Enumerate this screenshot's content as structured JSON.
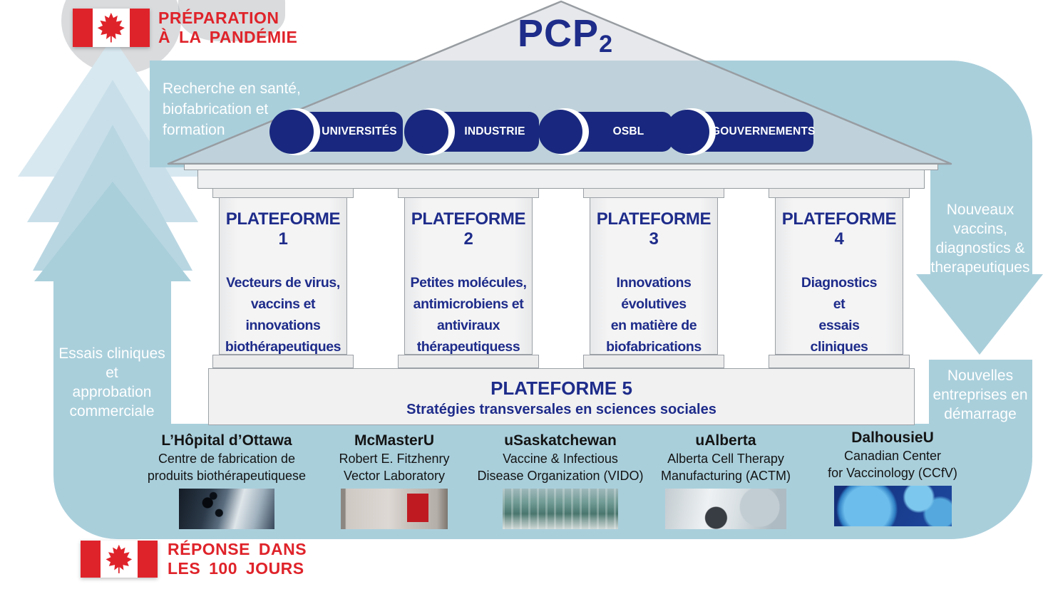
{
  "badges": {
    "top": "PRÉPARATION\nÀ LA PANDÉMIE",
    "bottom": "RÉPONSE DANS\nLES 100 JOURS"
  },
  "title": {
    "main": "PCP",
    "sub": "2"
  },
  "top_band": {
    "label": "Recherche en santé,\nbiofabrication et\nformation"
  },
  "stakeholders": [
    {
      "label": "UNIVERSITÉS"
    },
    {
      "label": "INDUSTRIE"
    },
    {
      "label": "OSBL"
    },
    {
      "label": "GOUVERNEMENTS"
    }
  ],
  "platforms": [
    {
      "title": "PLATEFORME 1",
      "body": "Vecteurs de virus,\nvaccins et\ninnovations\nbiothérapeutiques"
    },
    {
      "title": "PLATEFORME 2",
      "body": "Petites molécules,\nantimicrobiens et\nantiviraux\nthérapeutiquess"
    },
    {
      "title": "PLATEFORME 3",
      "body": "Innovations\névolutives\nen matière de\nbiofabrications"
    },
    {
      "title": "PLATEFORME 4",
      "body": "Diagnostics\net\nessais\ncliniques"
    }
  ],
  "platform5": {
    "title": "PLATEFORME 5",
    "subtitle": "Stratégies transversales en sciences sociales"
  },
  "flow_labels": {
    "left_arrow": "Essais cliniques\net\napprobation\ncommerciale",
    "right_arrow": "Nouveaux\nvaccins,\ndiagnostics &\ntherapeutiques",
    "right_box": "Nouvelles\nentreprises en\ndémarrage"
  },
  "institutions": [
    {
      "name": "L’Hôpital d’Ottawa",
      "desc": "Centre de fabrication de\nproduits biothérapeutiquese",
      "photo": "cleanroom-centrifuge-photo"
    },
    {
      "name": "McMasterU",
      "desc": "Robert E. Fitzhenry\nVector Laboratory",
      "photo": "vector-lab-biohazard-photo"
    },
    {
      "name": "uSaskatchewan",
      "desc": "Vaccine & Infectious\nDisease Organization (VIDO)",
      "photo": "vido-building-photo"
    },
    {
      "name": "uAlberta",
      "desc": "Alberta Cell Therapy\nManufacturing (ACTM)",
      "photo": "actm-lab-photo"
    },
    {
      "name": "DalhousieU",
      "desc": "Canadian Center\nfor Vaccinology (CCfV)",
      "photo": "virus-microscopy-photo"
    }
  ],
  "colors": {
    "flow_blue": "#a9cfdb",
    "navy": "#1e2c8a",
    "red": "#df232a"
  }
}
